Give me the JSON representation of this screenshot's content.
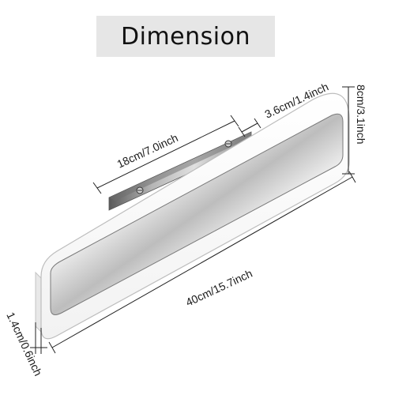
{
  "title": "Dimension",
  "dimensions": {
    "bracket_length": "18cm/7.0inch",
    "bracket_depth": "3.6cm/1.4inch",
    "height": "8cm/3.1inch",
    "length": "40cm/15.7inch",
    "thickness": "1.4cm/0.6inch"
  }
}
